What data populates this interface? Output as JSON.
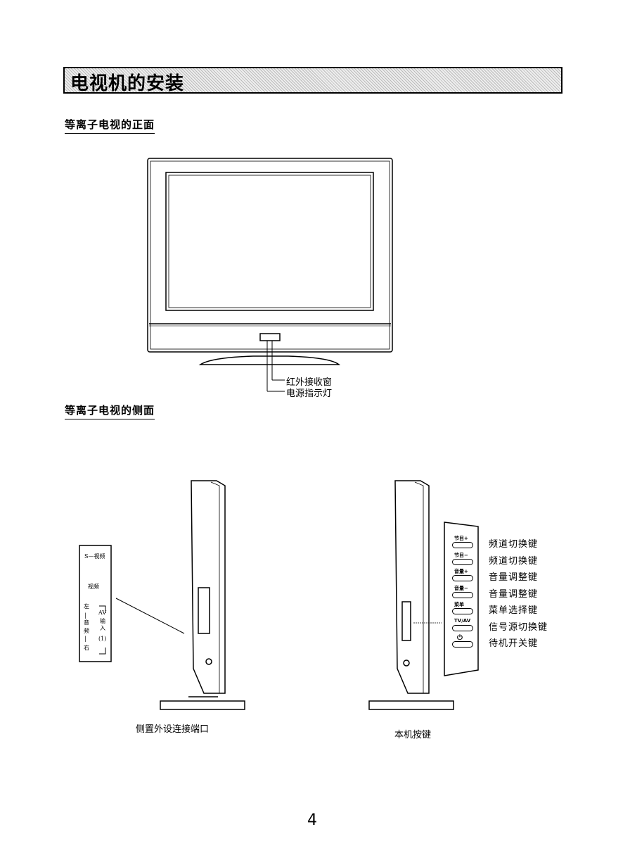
{
  "title": "电视机的安装",
  "front": {
    "heading": "等离子电视的正面",
    "callouts": [
      "红外接收窗",
      "电源指示灯"
    ]
  },
  "side": {
    "heading": "等离子电视的侧面",
    "ports": {
      "s_video": "S—视频",
      "video": "视频",
      "audio_left": "左",
      "audio_chars": [
        "音",
        "频"
      ],
      "audio_right": "右",
      "av": "AV",
      "input": [
        "输",
        "入"
      ],
      "index": "(1)"
    },
    "left_caption": "侧置外设连接端口",
    "right_caption": "本机按键",
    "buttons": [
      {
        "key": "节目+",
        "desc": "频道切换键"
      },
      {
        "key": "节目−",
        "desc": "频道切换键"
      },
      {
        "key": "音量+",
        "desc": "音量调整键"
      },
      {
        "key": "音量−",
        "desc": "音量调整键"
      },
      {
        "key": "菜单",
        "desc": "菜单选择键"
      },
      {
        "key": "TV/AV",
        "desc": "信号源切换键"
      },
      {
        "key": "⏻",
        "desc": "待机开关键",
        "icon": "power-icon"
      }
    ]
  },
  "page_number": "4"
}
